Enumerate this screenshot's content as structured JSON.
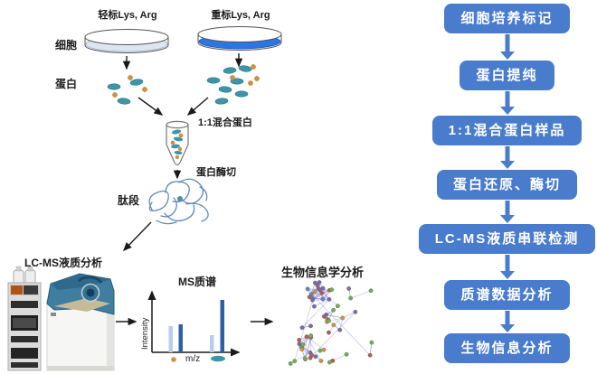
{
  "diagram": {
    "labels": {
      "light": "轻标Lys, Arg",
      "heavy": "重标Lys, Arg",
      "cells": "细胞",
      "protein": "蛋白",
      "mix": "1:1混合蛋白",
      "digest": "蛋白酶切",
      "peptide": "肽段",
      "lcms": "LC-MS液质分析",
      "bioinfo": "生物信息学分析"
    },
    "colors": {
      "dish_medium_light": "#dde6f0",
      "dish_medium_heavy": "#2b76e0",
      "protein_teal": "#3d96a8",
      "protein_orange": "#d2913f",
      "squiggle": "#6089ba"
    }
  },
  "chart_data": {
    "type": "bar",
    "title": "MS质谱",
    "xlabel": "m/z",
    "ylabel": "Intensity",
    "bars": [
      {
        "x": 186.5,
        "h": 29,
        "tone": "light"
      },
      {
        "x": 197.5,
        "h": 31,
        "tone": "dark"
      },
      {
        "x": 232.0,
        "h": 19,
        "tone": "light"
      },
      {
        "x": 243.5,
        "h": 58,
        "tone": "dark"
      }
    ],
    "tones": {
      "light": "#b9cde8",
      "dark": "#2e5fa3"
    },
    "marker_light": "#d2913f",
    "marker_heavy": "#3d96a8"
  },
  "network": {
    "palette": [
      "#6fae4e",
      "#b65a50",
      "#7d68a8",
      "#cf9440",
      "#5b84c4"
    ],
    "edge_color": "#8b8fd6"
  },
  "flowchart": {
    "box_color": "#4a7ccd",
    "arrow_color": "#4a7ccd",
    "text_color": "#ffffff",
    "steps": [
      "细胞培养标记",
      "蛋白提纯",
      "1:1混合蛋白样品",
      "蛋白还原、酶切",
      "LC-MS液质串联检测",
      "质谱数据分析",
      "生物信息分析"
    ]
  }
}
